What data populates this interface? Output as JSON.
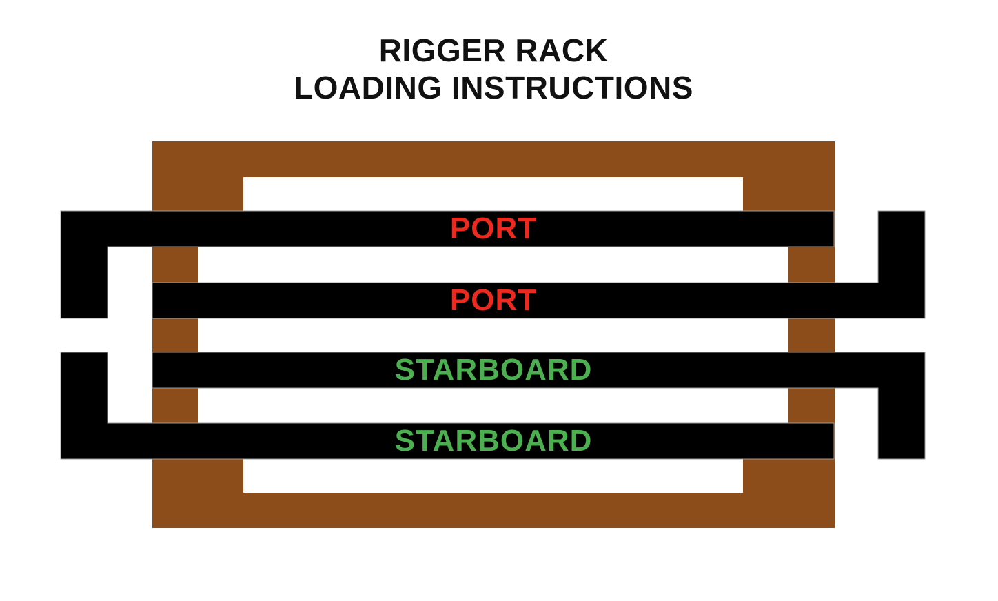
{
  "title": {
    "line1": "RIGGER RACK",
    "line2": "LOADING INSTRUCTIONS",
    "color": "#111111"
  },
  "rack": {
    "name": "rigger rack frame",
    "color": "#8D4D1B"
  },
  "riggers": [
    {
      "row": 1,
      "label": "PORT",
      "side": "port",
      "hook_end": "left",
      "label_color": "#ED2A1F"
    },
    {
      "row": 2,
      "label": "PORT",
      "side": "port",
      "hook_end": "right",
      "label_color": "#ED2A1F"
    },
    {
      "row": 3,
      "label": "STARBOARD",
      "side": "starboard",
      "hook_end": "right",
      "label_color": "#4CAF50"
    },
    {
      "row": 4,
      "label": "STARBOARD",
      "side": "starboard",
      "hook_end": "left",
      "label_color": "#4CAF50"
    }
  ],
  "colors": {
    "background": "#FFFFFF",
    "bar_fill": "#000000",
    "bar_outline": "#9B9B9B",
    "port_text": "#ED2A1F",
    "starboard_text": "#4CAF50",
    "rack_brown": "#8D4D1B",
    "title_text": "#111111"
  }
}
